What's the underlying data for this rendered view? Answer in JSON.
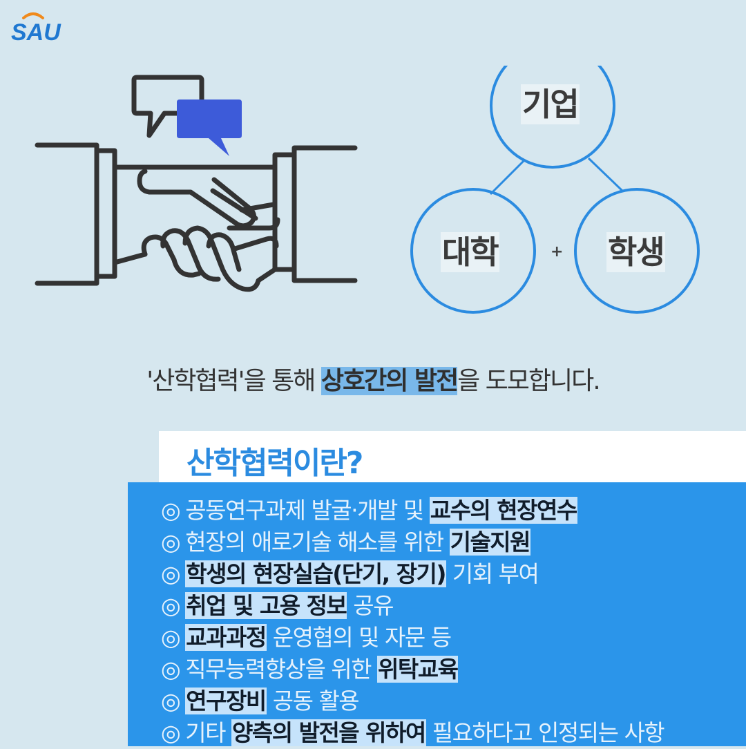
{
  "logo": {
    "text": "SAU"
  },
  "venn": {
    "top": "기업",
    "left": "대학",
    "right": "학생",
    "plus": "+"
  },
  "tagline": {
    "part1": "'산학협력'을 통해 ",
    "highlight": "상호간의 발전",
    "part2": "을 도모합니다."
  },
  "section_title": "산학협력이란?",
  "bullet_symbol": "◎",
  "items": [
    {
      "a": "공동연구과제 발굴·개발 및 ",
      "hl": "교수의 현장연수",
      "b": ""
    },
    {
      "a": "현장의 애로기술 해소를 위한 ",
      "hl": "기술지원",
      "b": ""
    },
    {
      "a": "",
      "hl": "학생의 현장실습(단기, 장기)",
      "b": " 기회 부여"
    },
    {
      "a": "",
      "hl": "취업 및 고용 정보",
      "b": " 공유"
    },
    {
      "a": "",
      "hl": "교과과정",
      "b": " 운영협의 및 자문 등"
    },
    {
      "a": "직무능력향상을 위한 ",
      "hl": "위탁교육",
      "b": ""
    },
    {
      "a": "",
      "hl": "연구장비",
      "b": " 공동 활용"
    },
    {
      "a": "기타 ",
      "hl": "양측의 발전을 위하여",
      "b": " 필요하다고 인정되는 사항"
    }
  ],
  "colors": {
    "background": "#d6e7ef",
    "accent_blue": "#2b95ea",
    "title_blue": "#2b8be0",
    "chat_bubble": "#3d5bd9"
  }
}
